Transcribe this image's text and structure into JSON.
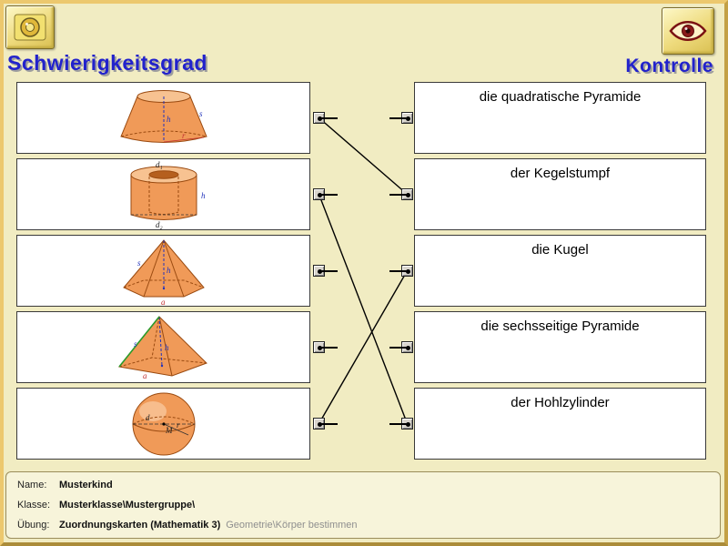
{
  "header": {
    "left_title": "Schwierigkeitsgrad",
    "right_title": "Kontrolle"
  },
  "toolbar": {
    "difficulty_button_icon": "knob-dial",
    "kontrolle_button_icon": "eye"
  },
  "left_cards": [
    {
      "shape": "kegelstumpf",
      "image": "frustum-orange",
      "annotations": [
        "h",
        "s",
        "r"
      ]
    },
    {
      "shape": "hohlzylinder",
      "image": "hollow-cylinder-orange",
      "annotations": [
        "d₁",
        "d₂",
        "h"
      ]
    },
    {
      "shape": "sechsseitige-pyramide",
      "image": "hexagonal-pyramid-orange",
      "annotations": [
        "s",
        "h",
        "a"
      ]
    },
    {
      "shape": "quadratische-pyramide",
      "image": "square-pyramid-orange",
      "annotations": [
        "s",
        "h",
        "a"
      ]
    },
    {
      "shape": "kugel",
      "image": "sphere-orange",
      "annotations": [
        "d",
        "M",
        "r"
      ]
    }
  ],
  "right_cards": [
    {
      "label": "die quadratische Pyramide"
    },
    {
      "label": "der Kegelstumpf"
    },
    {
      "label": "die Kugel"
    },
    {
      "label": "die sechsseitige Pyramide"
    },
    {
      "label": "der Hohlzylinder"
    }
  ],
  "connections": [
    {
      "from": 0,
      "to": 1
    },
    {
      "from": 1,
      "to": 4
    },
    {
      "from": 4,
      "to": 2
    }
  ],
  "footer": {
    "rows": [
      {
        "label": "Name:",
        "value": "Musterkind",
        "extra": ""
      },
      {
        "label": "Klasse:",
        "value": "Musterklasse\\Mustergruppe\\",
        "extra": ""
      },
      {
        "label": "Übung:",
        "value": "Zuordnungskarten (Mathematik 3)",
        "extra": "Geometrie\\Körper bestimmen"
      }
    ]
  },
  "colors": {
    "title_blue": "#2222cc",
    "window_background": "#f1ecc2",
    "card_background": "#ffffff",
    "solid_fill": "#f09a58"
  }
}
